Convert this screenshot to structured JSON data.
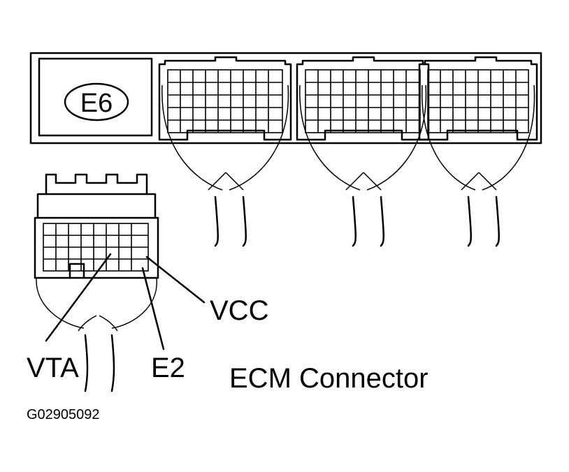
{
  "badge": "E6",
  "pins": {
    "vcc": "VCC",
    "vta": "VTA",
    "e2": "E2"
  },
  "caption": "ECM Connector",
  "figure_code": "G02905092"
}
